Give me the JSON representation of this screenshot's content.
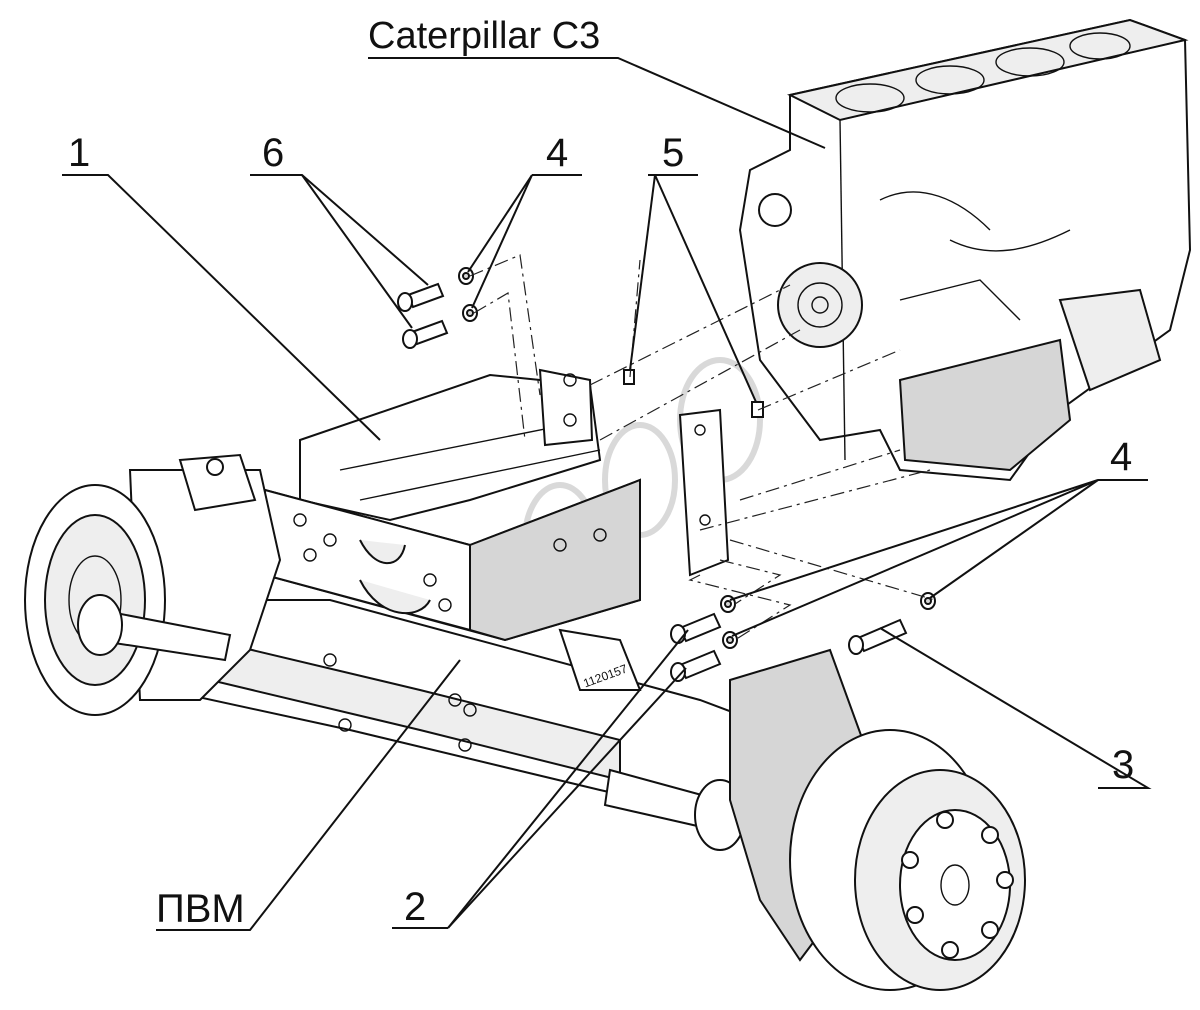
{
  "diagram": {
    "engine_label": "Caterpillar C3",
    "axle_label": "ПВМ",
    "callouts": {
      "frame": "1",
      "nuts_bottom": "2",
      "bolt_right": "3",
      "washers_top": "4",
      "washers_right": "4",
      "pins": "5",
      "bolts_top": "6"
    },
    "axle_marking": "1120157"
  }
}
